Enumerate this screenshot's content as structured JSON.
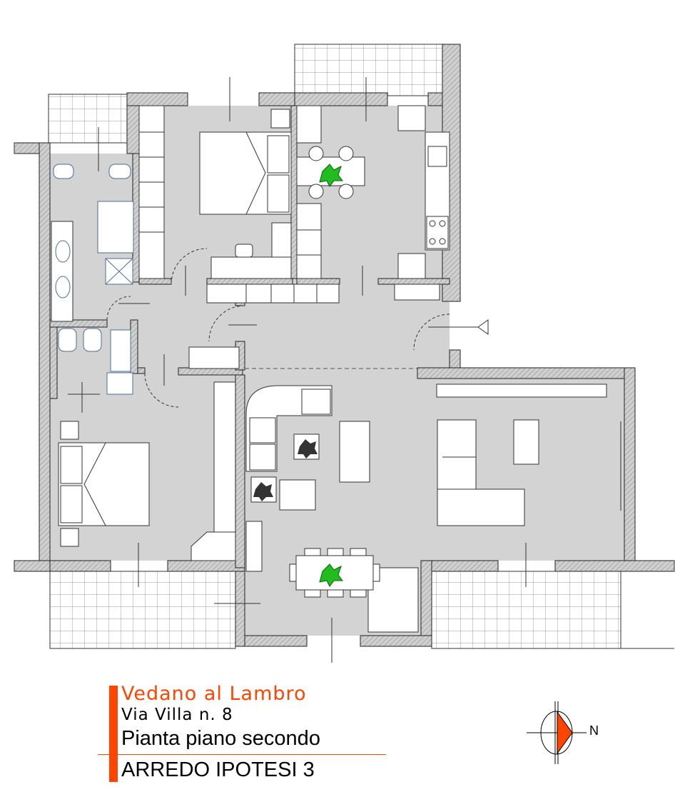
{
  "title_block": {
    "city": "Vedano al Lambro",
    "address": "Via Villa n. 8",
    "drawing": "Pianta piano secondo",
    "variant": "ARREDO IPOTESI 3"
  },
  "compass": {
    "label": "N"
  },
  "colors": {
    "accent": "#ff4500",
    "floor": "#d3d3d3",
    "wall": "#c8c8c8",
    "plant": "#22aa22"
  }
}
